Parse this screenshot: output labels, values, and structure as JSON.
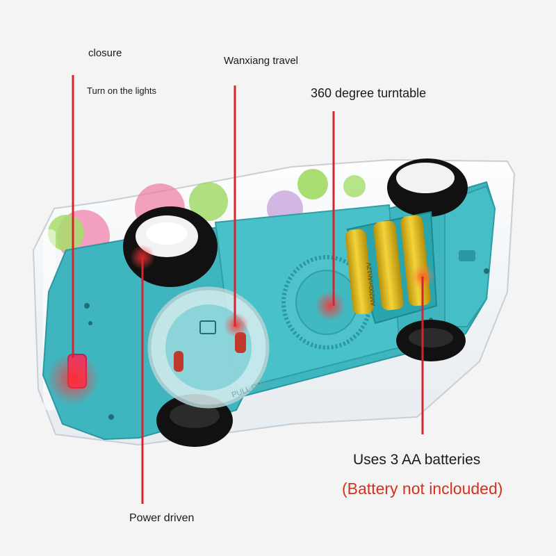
{
  "labels": {
    "closure": "closure",
    "turn_on_lights": "Turn on the lights",
    "wanxiang_travel": "Wanxiang travel",
    "turntable": "360 degree turntable",
    "batteries": "Uses 3 AA batteries",
    "not_included": "(Battery not inclouded)",
    "power_driven": "Power driven"
  },
  "product_text": {
    "pull_out": "PULL OUT",
    "battery_marking": "AM200mAh12V"
  },
  "colors": {
    "body_teal": "#3fb6bf",
    "body_teal_dark": "#2a97a1",
    "pointer_red": "#d3252b",
    "note_red": "#d2321e",
    "battery_yellow": "#e8c21a",
    "switch_pink": "#e4386a"
  }
}
